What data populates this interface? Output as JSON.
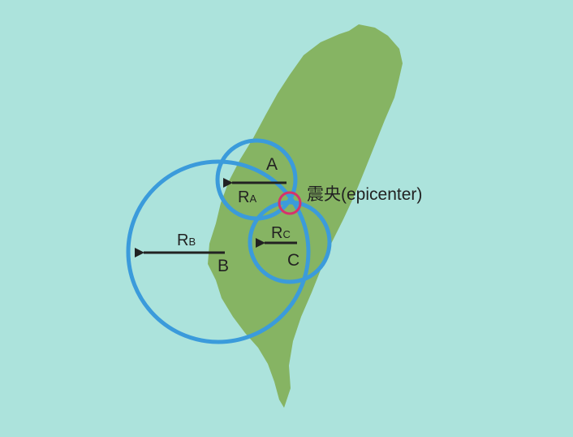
{
  "colors": {
    "background": "#ACE3DC",
    "land": "#86B463",
    "circle": "#3B9BDB",
    "epicenter": "#D6336C",
    "arrow": "#222222"
  },
  "stations": {
    "A": {
      "label": "A",
      "radius_main": "R",
      "radius_sub": "A"
    },
    "B": {
      "label": "B",
      "radius_main": "R",
      "radius_sub": "B"
    },
    "C": {
      "label": "C",
      "radius_main": "R",
      "radius_sub": "C"
    }
  },
  "epicenter": {
    "label": "震央(epicenter)"
  }
}
